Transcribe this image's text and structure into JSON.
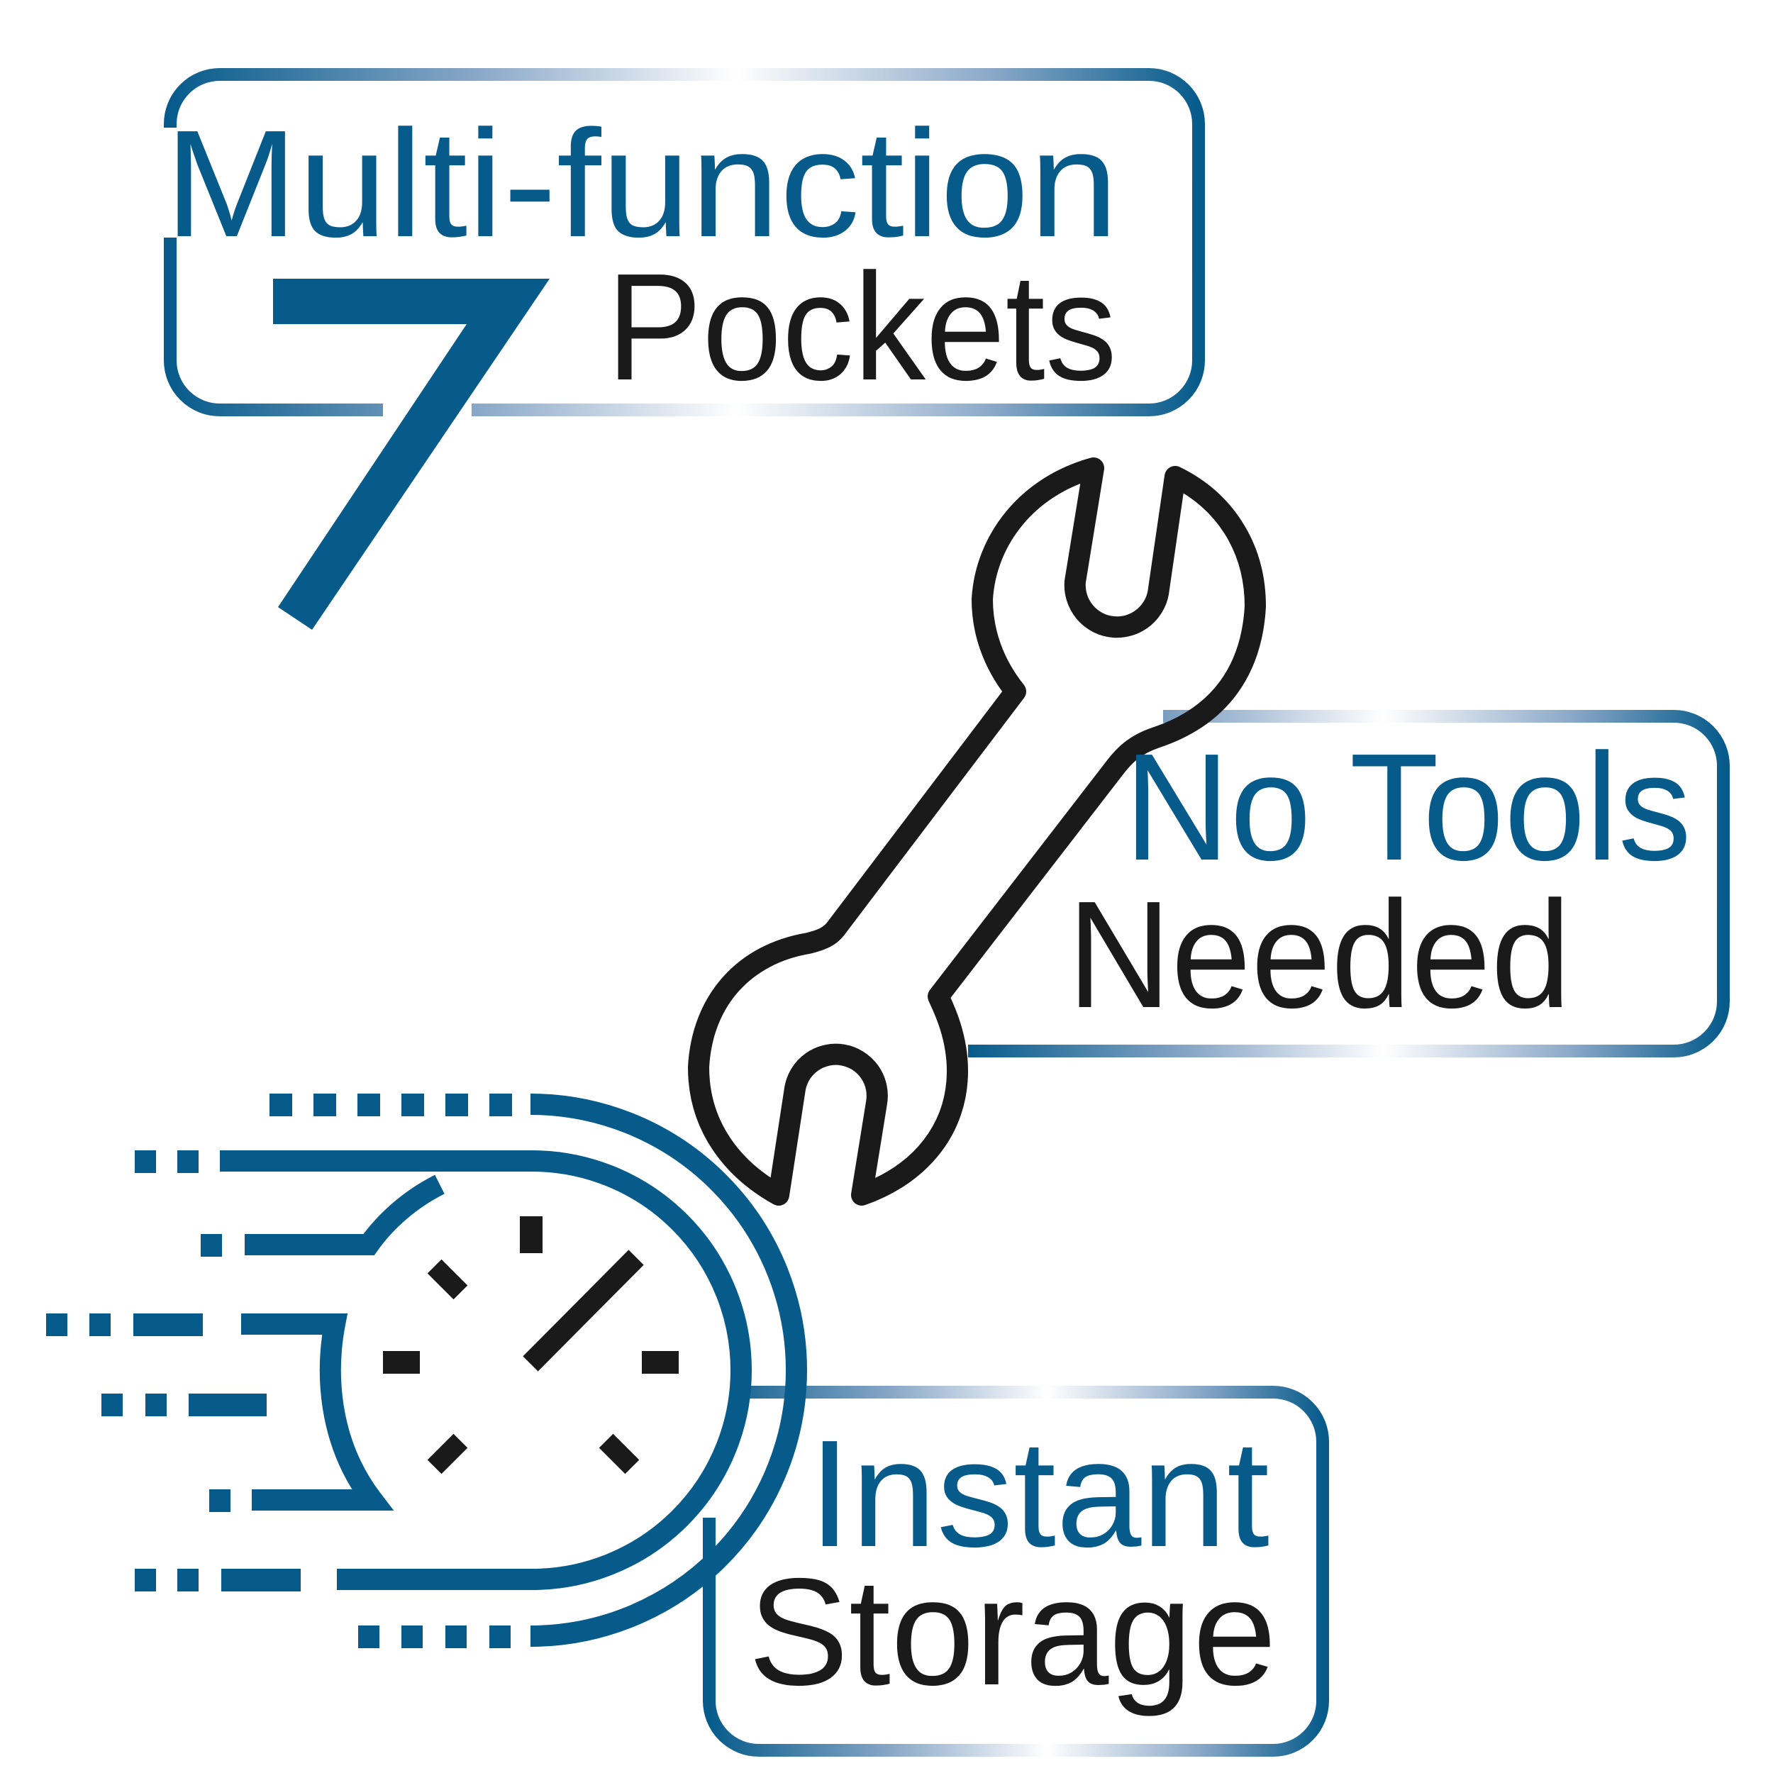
{
  "features": {
    "pockets": {
      "heading": "Multi-function",
      "count": "7",
      "label": "Pockets"
    },
    "tools": {
      "heading": "No Tools",
      "label": "Needed"
    },
    "storage": {
      "heading": "Instant",
      "label": "Storage"
    }
  },
  "icons": {
    "pockets": "number-seven",
    "tools": "wrench-icon",
    "storage": "fast-clock-icon"
  },
  "colors": {
    "brand_blue": "#065b8b",
    "text_dark": "#1a1a1a",
    "frame_gradient_light": "#ffffff"
  }
}
